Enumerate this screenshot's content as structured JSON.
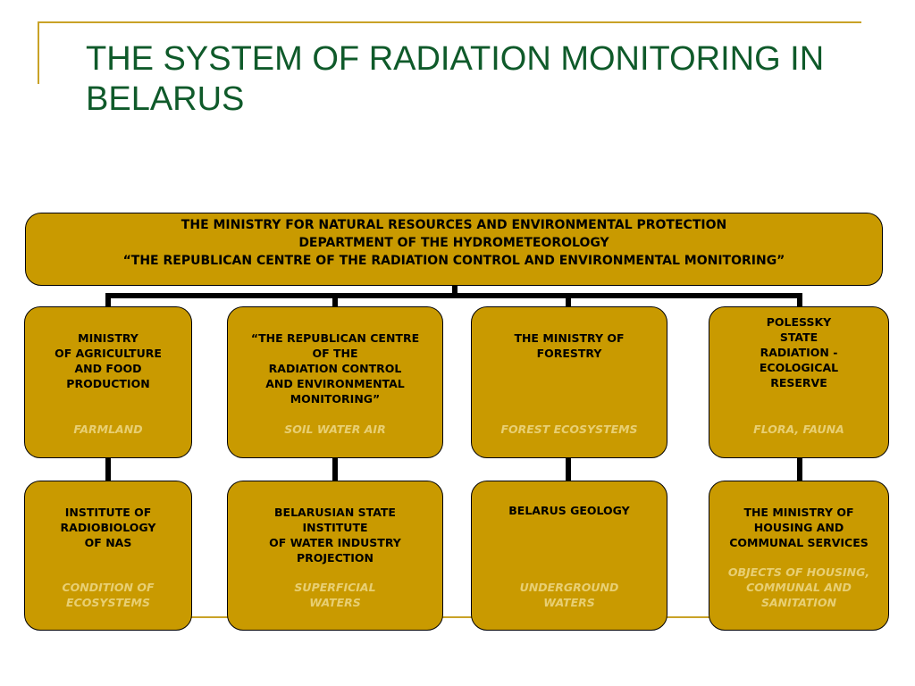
{
  "slide": {
    "title": "THE SYSTEM OF RADIATION MONITORING IN BELARUS"
  },
  "top": {
    "line1": "THE MINISTRY FOR NATURAL RESOURCES AND ENVIRONMENTAL PROTECTION",
    "line2": "DEPARTMENT OF THE HYDROMETEOROLOGY",
    "line3": "“THE REPUBLICAN CENTRE OF THE RADIATION  CONTROL AND ENVIRONMENTAL MONITORING”"
  },
  "row1": [
    {
      "name": "MINISTRY\nOF AGRICULTURE\nAND FOOD\nPRODUCTION",
      "sub": "FARMLAND"
    },
    {
      "name": "“THE REPUBLICAN CENTRE\nOF THE\nRADIATION  CONTROL\nAND  ENVIRONMENTAL\nMONITORING”",
      "sub": "SOIL      WATER        AIR"
    },
    {
      "name": "THE MINISTRY OF\nFORESTRY",
      "sub": "FOREST ECOSYSTEMS"
    },
    {
      "name": "POLESSKY\nSTATE\nRADIATION -\nECOLOGICAL\nRESERVE",
      "sub": "FLORA, FAUNA"
    }
  ],
  "row2": [
    {
      "name": "INSTITUTE OF\nRADIOBIOLOGY\nOF NAS",
      "sub": "CONDITION OF\nECOSYSTEMS"
    },
    {
      "name": "BELARUSIAN STATE\nINSTITUTE\nOF WATER INDUSTRY\nPROJECTION",
      "sub": "SUPERFICIAL\nWATERS"
    },
    {
      "name": "BELARUS GEOLOGY",
      "sub": "UNDERGROUND\nWATERS"
    },
    {
      "name": "THE MINISTRY OF\nHOUSING AND\nCOMMUNAL SERVICES",
      "sub": "OBJECTS OF  HOUSING,\nCOMMUNAL AND\nSANITATION"
    }
  ],
  "colors": {
    "box_fill": "#c99a00",
    "title_green": "#0f5a2a",
    "accent_gold": "#c9a227",
    "sub_text": "#e8cf73"
  }
}
